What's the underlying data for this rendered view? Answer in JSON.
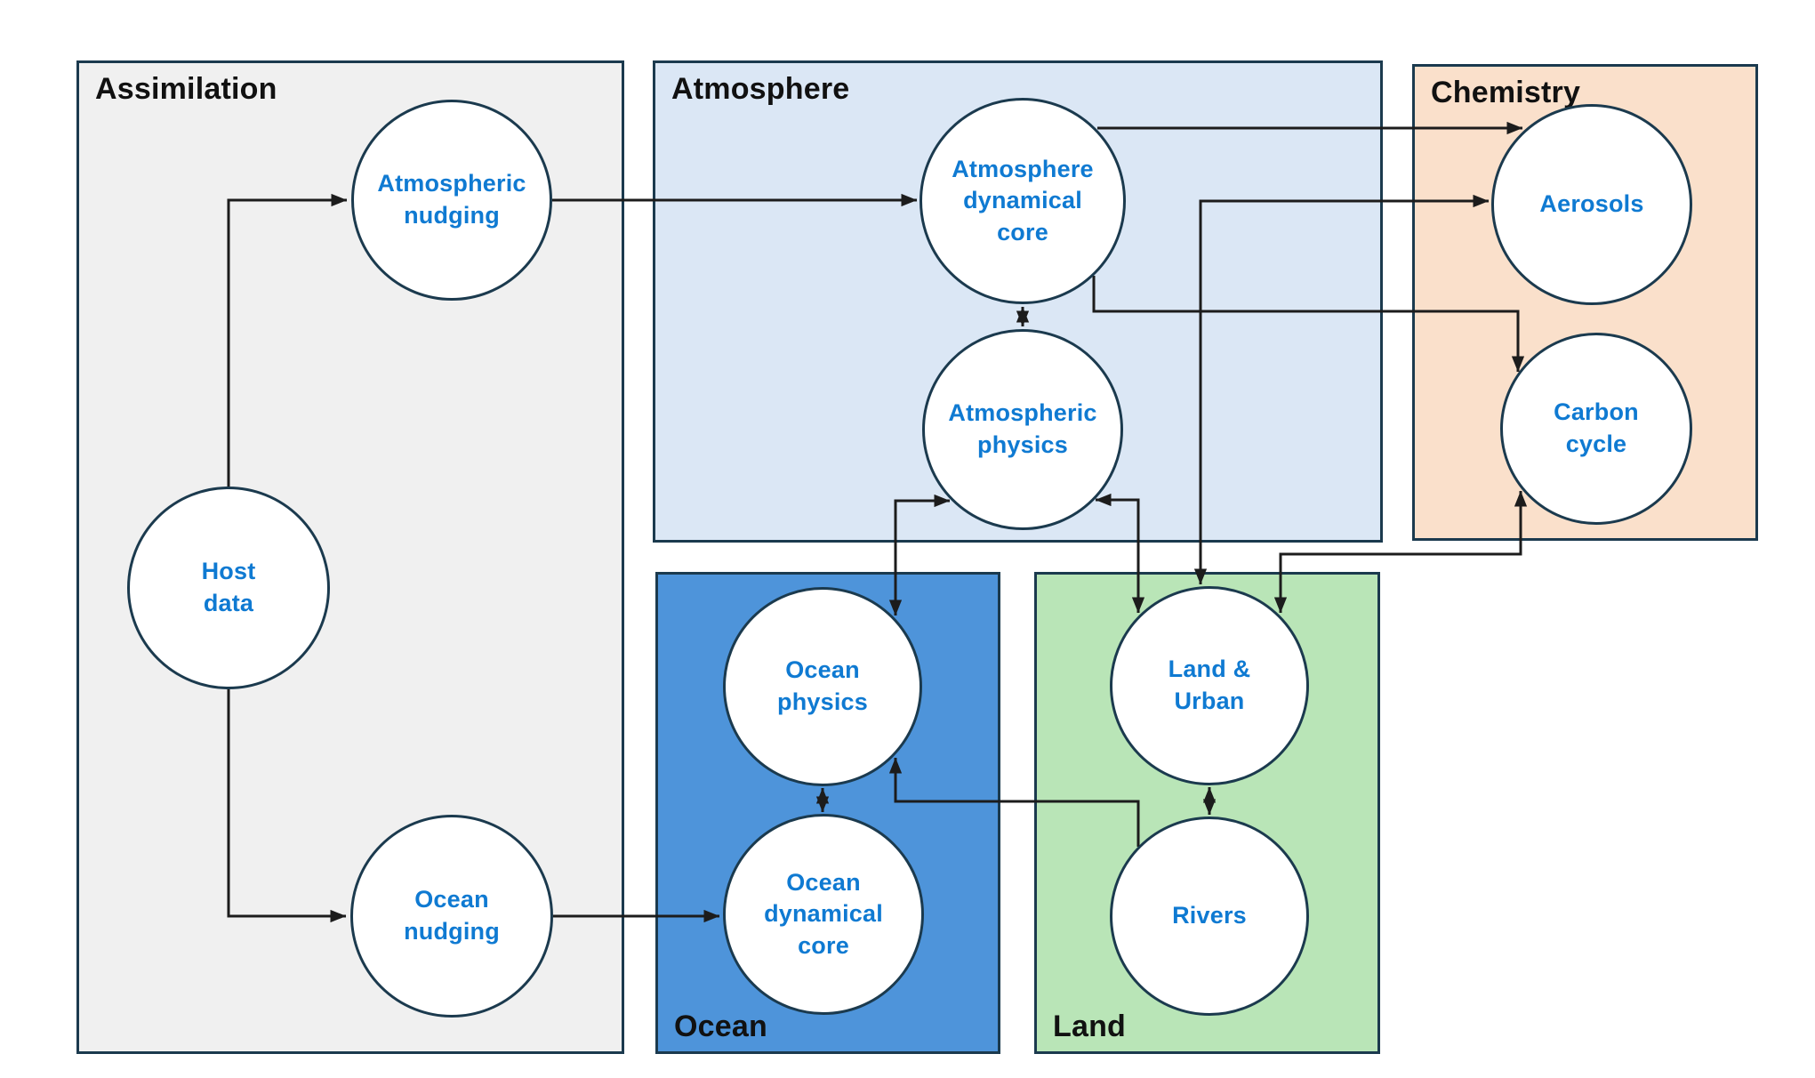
{
  "diagram": {
    "title_visible": false,
    "groups": [
      {
        "id": "assimilation",
        "label": "Assimilation",
        "fill": "#f0f0f0",
        "label_position": "top-left"
      },
      {
        "id": "atmosphere",
        "label": "Atmosphere",
        "fill": "#dbe7f5",
        "label_position": "top-left"
      },
      {
        "id": "chemistry",
        "label": "Chemistry",
        "fill": "#fae0cb",
        "label_position": "top-left"
      },
      {
        "id": "ocean",
        "label": "Ocean",
        "fill": "#4e94da",
        "label_position": "bottom-left"
      },
      {
        "id": "land",
        "label": "Land",
        "fill": "#b9e5b7",
        "label_position": "bottom-left"
      }
    ],
    "nodes": [
      {
        "id": "host-data",
        "label": "Host data",
        "group": "assimilation"
      },
      {
        "id": "atmospheric-nudging",
        "label": "Atmospheric nudging",
        "group": "assimilation"
      },
      {
        "id": "ocean-nudging",
        "label": "Ocean nudging",
        "group": "assimilation"
      },
      {
        "id": "atmosphere-dynamical-core",
        "label": "Atmosphere dynamical core",
        "group": "atmosphere"
      },
      {
        "id": "atmospheric-physics",
        "label": "Atmospheric physics",
        "group": "atmosphere"
      },
      {
        "id": "aerosols",
        "label": "Aerosols",
        "group": "chemistry"
      },
      {
        "id": "carbon-cycle",
        "label": "Carbon cycle",
        "group": "chemistry"
      },
      {
        "id": "ocean-physics",
        "label": "Ocean physics",
        "group": "ocean"
      },
      {
        "id": "ocean-dynamical-core",
        "label": "Ocean dynamical core",
        "group": "ocean"
      },
      {
        "id": "land-urban",
        "label": "Land & Urban",
        "group": "land"
      },
      {
        "id": "rivers",
        "label": "Rivers",
        "group": "land"
      }
    ],
    "edges": [
      {
        "from": "host-data",
        "to": "atmospheric-nudging",
        "bidirectional": false
      },
      {
        "from": "host-data",
        "to": "ocean-nudging",
        "bidirectional": false
      },
      {
        "from": "atmospheric-nudging",
        "to": "atmosphere-dynamical-core",
        "bidirectional": false
      },
      {
        "from": "ocean-nudging",
        "to": "ocean-dynamical-core",
        "bidirectional": false
      },
      {
        "from": "atmosphere-dynamical-core",
        "to": "atmospheric-physics",
        "bidirectional": true
      },
      {
        "from": "ocean-physics",
        "to": "ocean-dynamical-core",
        "bidirectional": true
      },
      {
        "from": "land-urban",
        "to": "rivers",
        "bidirectional": true
      },
      {
        "from": "atmosphere-dynamical-core",
        "to": "aerosols",
        "bidirectional": false
      },
      {
        "from": "land-urban",
        "to": "aerosols",
        "bidirectional": true
      },
      {
        "from": "atmosphere-dynamical-core",
        "to": "carbon-cycle",
        "bidirectional": false
      },
      {
        "from": "atmospheric-physics",
        "to": "ocean-physics",
        "bidirectional": true
      },
      {
        "from": "atmospheric-physics",
        "to": "land-urban",
        "bidirectional": true
      },
      {
        "from": "rivers",
        "to": "ocean-physics",
        "bidirectional": false
      },
      {
        "from": "land-urban",
        "to": "carbon-cycle",
        "bidirectional": true
      }
    ],
    "colors": {
      "ink": "#1b3a4e",
      "arrow": "#1c1c1c",
      "node_text": "#0f7ad2",
      "box_label": "#111111",
      "fill_assimilation": "#f0f0f0",
      "fill_atmosphere": "#dbe7f5",
      "fill_chemistry": "#fae0cb",
      "fill_ocean": "#4e94da",
      "fill_land": "#b9e5b7",
      "page_bg": "#ffffff"
    }
  }
}
